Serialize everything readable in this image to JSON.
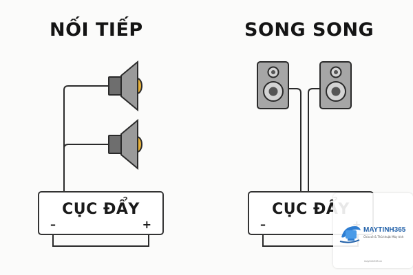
{
  "titles": {
    "series": "NỐI TIẾP",
    "parallel": "SONG SONG"
  },
  "amplifier": {
    "label": "CỤC ĐẨY",
    "negative": "–",
    "positive": "+"
  },
  "logo": {
    "brand": "MAYTINH365",
    "tagline": "Chia sẻ & Thủ thuật Máy tính",
    "footer": "maytinh365.vn"
  }
}
